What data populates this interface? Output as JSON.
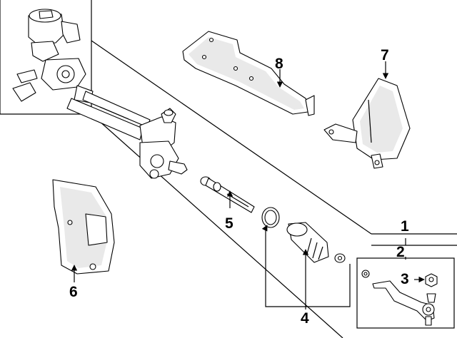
{
  "callouts": {
    "c1": "1",
    "c2": "2",
    "c3": "3",
    "c4": "4",
    "c5": "5",
    "c6": "6",
    "c7": "7",
    "c8": "8"
  },
  "colors": {
    "line": "#000000",
    "background": "#ffffff",
    "shade": "#e9e9e9"
  }
}
